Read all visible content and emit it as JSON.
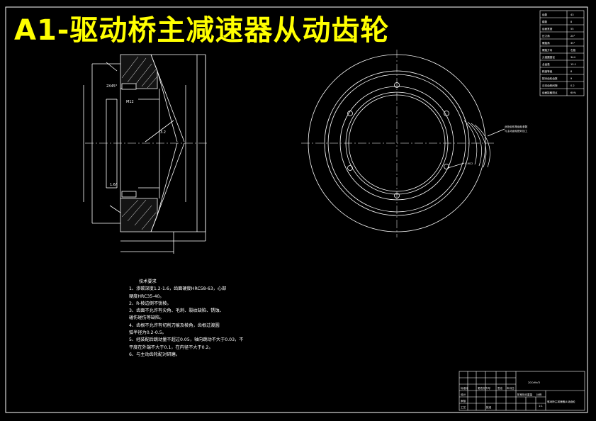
{
  "title": "A1-驱动桥主减速器从动齿轮",
  "technical_requirements": {
    "heading": "技术要求",
    "items": [
      "1、渗碳深度1.2-1.6，齿面硬度HRC58-63，心部",
      "硬度HRC35-40。",
      "2、R-棱边倒不锐棱。",
      "3、齿面不允许有尖角、毛刺、裂纹缺陷、锈蚀、",
      "磕伤碰伤等缺陷。",
      "4、齿根不允许有切削刀痕及棱角，齿根过渡圆",
      "弧半径为0.2-0.5。",
      "5、经装配后跳动量不超过0.05，轴向跳动不大于0.03，不",
      "平度在外端不大于0.1，在内径不大于0.2。",
      "6、与主动齿轮配对研磨。"
    ]
  },
  "dimension_labels": {
    "chamfer": "2X45°",
    "thread": "M12",
    "surface_finish_1": "3.2",
    "surface_finish_2": "1.6/"
  },
  "leader_notes": {
    "tooth_note_1": "此处齿形按齿轮参数",
    "tooth_note_2": "与主动齿轮配对加工",
    "hole_note": "8-M12"
  },
  "parameter_table": {
    "rows": [
      [
        "齿数",
        "43"
      ],
      [
        "模数",
        "8"
      ],
      [
        "齿面宽度",
        "55"
      ],
      [
        "压力角",
        "20°"
      ],
      [
        "螺旋角",
        "35°"
      ],
      [
        "螺旋方向",
        "右旋"
      ],
      [
        "分度圆直径",
        "344"
      ],
      [
        "全齿高",
        "15.1"
      ],
      [
        "精度等级",
        "8"
      ],
      [
        "配对齿轮齿数",
        "9"
      ],
      [
        "法向齿侧间隙",
        "0.2"
      ],
      [
        "齿面接触斑点",
        "60%"
      ]
    ]
  },
  "title_block": {
    "designation": "驱动桥主减速器从动齿轮",
    "scale": "1:1",
    "label_design": "设计",
    "label_check": "审核",
    "label_process": "工艺",
    "label_approve": "批准",
    "label_standard": "标准化",
    "label_count": "更改文件号",
    "label_sign": "签名",
    "label_date": "年月日",
    "label_stage": "阶段标记",
    "label_weight": "重量",
    "label_ratio": "比例",
    "material": "20CrMnTi"
  },
  "colors": {
    "background": "#000000",
    "lines": "#ffffff",
    "title": "#ffff00"
  }
}
